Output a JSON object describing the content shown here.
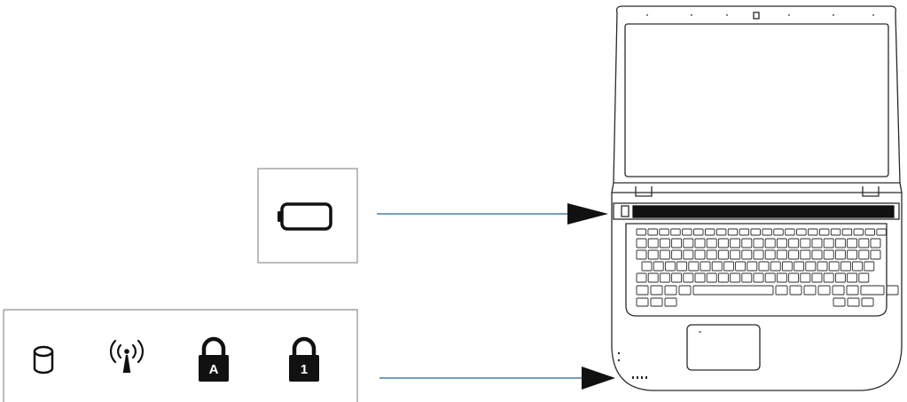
{
  "diagram": {
    "battery_panel": {
      "icons": [
        {
          "id": "battery",
          "icon": "battery-icon"
        }
      ]
    },
    "status_panel": {
      "icons": [
        {
          "id": "hdd",
          "icon": "hard-drive-icon"
        },
        {
          "id": "wireless",
          "icon": "wireless-icon"
        },
        {
          "id": "caps_lock",
          "icon": "caps-lock-icon",
          "label": "A"
        },
        {
          "id": "num_lock",
          "icon": "num-lock-icon",
          "label": "1"
        }
      ]
    },
    "arrow_color": "#4a7fa8",
    "line_color": "#2a2a2a"
  }
}
